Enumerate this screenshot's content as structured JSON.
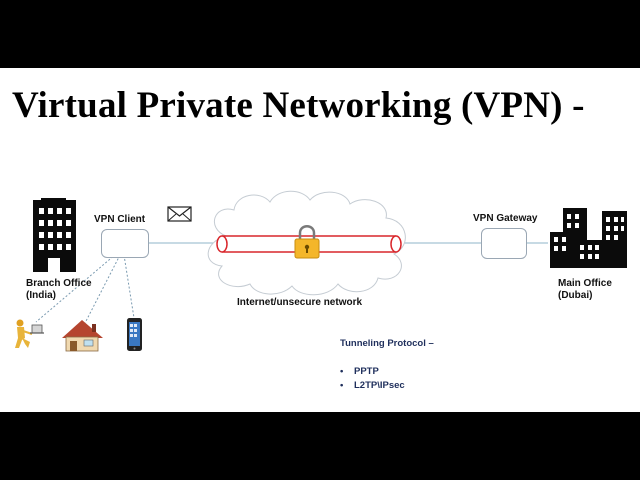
{
  "title": "Virtual Private Networking (VPN) -",
  "nodes": {
    "branch_office": [
      "Branch Office",
      "(India)"
    ],
    "vpn_client": "VPN Client",
    "internet": "Internet/unsecure network",
    "vpn_gateway": "VPN Gateway",
    "main_office": [
      "Main Office",
      "(Dubai)"
    ]
  },
  "tunneling": {
    "heading": "Tunneling Protocol –",
    "protocols": [
      "PPTP",
      "L2TP\\IPsec"
    ]
  },
  "colors": {
    "tunnel": "#d9262b",
    "lock": "#f4b62a",
    "protocol_text": "#1f2f5c",
    "link": "#8fb4c8"
  },
  "icons": [
    "building-icon",
    "envelope-icon",
    "cloud-icon",
    "lock-icon",
    "person-laptop-icon",
    "house-icon",
    "mobile-phone-icon",
    "city-buildings-icon"
  ]
}
